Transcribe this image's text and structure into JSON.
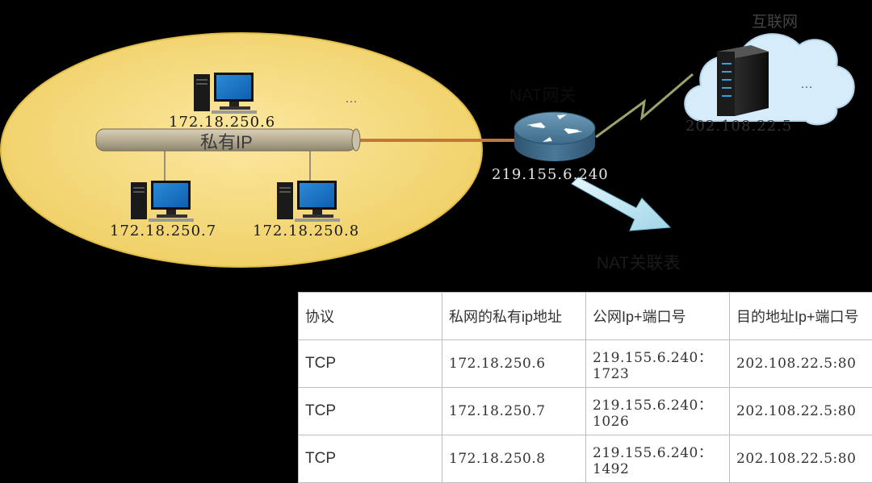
{
  "private_network": {
    "bus_label": "私有IP",
    "hosts": [
      {
        "ip": "172.18.250.6"
      },
      {
        "ip": "172.18.250.7"
      },
      {
        "ip": "172.18.250.8"
      }
    ],
    "ellipsis": "…"
  },
  "gateway": {
    "label": "NAT网关",
    "ip": "219.155.6.240"
  },
  "internet": {
    "label": "互联网",
    "server_ip": "202.108.22.5",
    "ellipsis": "…"
  },
  "nat_table": {
    "title": "NAT关联表",
    "headers": [
      "协议",
      "私网的私有ip地址",
      "公网Ip+端口号",
      "目的地址Ip+端口号"
    ],
    "rows": [
      {
        "protocol": "TCP",
        "private_ip": "172.18.250.6",
        "public_ip_port": "219.155.6.240：1723",
        "dest_ip_port": "202.108.22.5:80"
      },
      {
        "protocol": "TCP",
        "private_ip": "172.18.250.7",
        "public_ip_port": "219.155.6.240：1026",
        "dest_ip_port": "202.108.22.5:80"
      },
      {
        "protocol": "TCP",
        "private_ip": "172.18.250.8",
        "public_ip_port": "219.155.6.240：1492",
        "dest_ip_port": "202.108.22.5:80"
      }
    ]
  },
  "colors": {
    "lan_ellipse": "#f3d56b",
    "cable": "#c0783a",
    "router": "#3f6f8f",
    "cloud": "#d7ecfb",
    "arrow": "#a8dcea"
  }
}
